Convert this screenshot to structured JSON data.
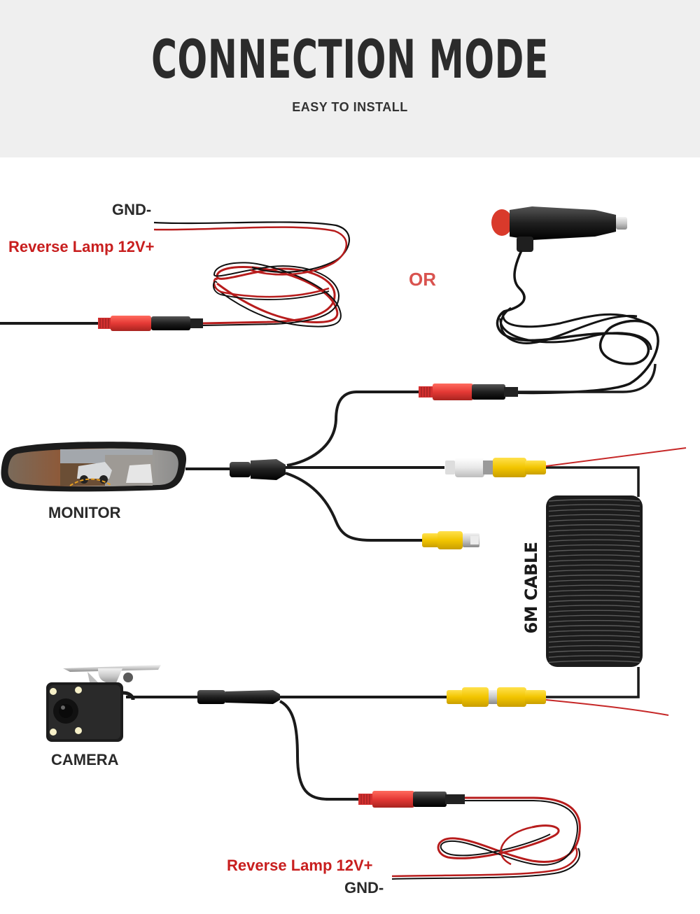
{
  "header": {
    "title": "CONNECTION MODE",
    "subtitle": "EASY TO INSTALL"
  },
  "labels": {
    "gnd_top": "GND-",
    "reverse_lamp_top": "Reverse Lamp 12V+",
    "or": "OR",
    "monitor": "MONITOR",
    "cable": "6M CABLE",
    "camera": "CAMERA",
    "reverse_lamp_bottom": "Reverse Lamp 12V+",
    "gnd_bottom": "GND-"
  },
  "colors": {
    "header_bg": "#efefef",
    "red_text": "#c81e1e",
    "or_text": "#d9534f",
    "rca_yellow": "#f2c500",
    "rca_white": "#eeeeee",
    "power_red": "#e53935",
    "cable_black": "#1a1a1a",
    "wire_red": "#c62828"
  }
}
